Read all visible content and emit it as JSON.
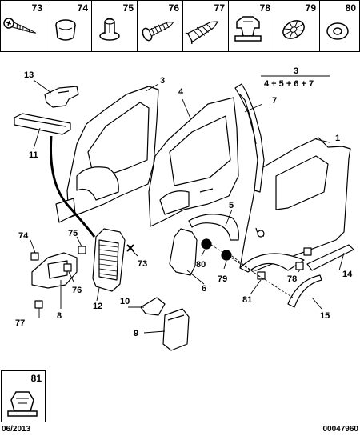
{
  "parts_strip": [
    {
      "ref": "73",
      "icon": "screw-icon"
    },
    {
      "ref": "74",
      "icon": "plug-cap-icon"
    },
    {
      "ref": "75",
      "icon": "push-clip-icon"
    },
    {
      "ref": "76",
      "icon": "fir-tree-rivet-icon"
    },
    {
      "ref": "77",
      "icon": "fir-tree-clip-icon"
    },
    {
      "ref": "78",
      "icon": "spring-clip-icon"
    },
    {
      "ref": "79",
      "icon": "star-clip-icon"
    },
    {
      "ref": "80",
      "icon": "washer-icon"
    }
  ],
  "callouts": {
    "c1": "1",
    "c3": "3",
    "c4": "4",
    "c5": "5",
    "c6": "6",
    "c7": "7",
    "c8": "8",
    "c9": "9",
    "c10": "10",
    "c11": "11",
    "c12": "12",
    "c13": "13",
    "c14": "14",
    "c15": "15",
    "c73": "73",
    "c74": "74",
    "c75": "75",
    "c76": "76",
    "c77": "77",
    "c78": "78",
    "c79": "79",
    "c80": "80",
    "c81": "81"
  },
  "formula": {
    "top": "3",
    "bottom": "4 + 5 + 6 + 7"
  },
  "detail_box": {
    "ref": "81",
    "icon": "clip-81-icon"
  },
  "footer": {
    "date": "06/2013",
    "code": "00047960"
  }
}
